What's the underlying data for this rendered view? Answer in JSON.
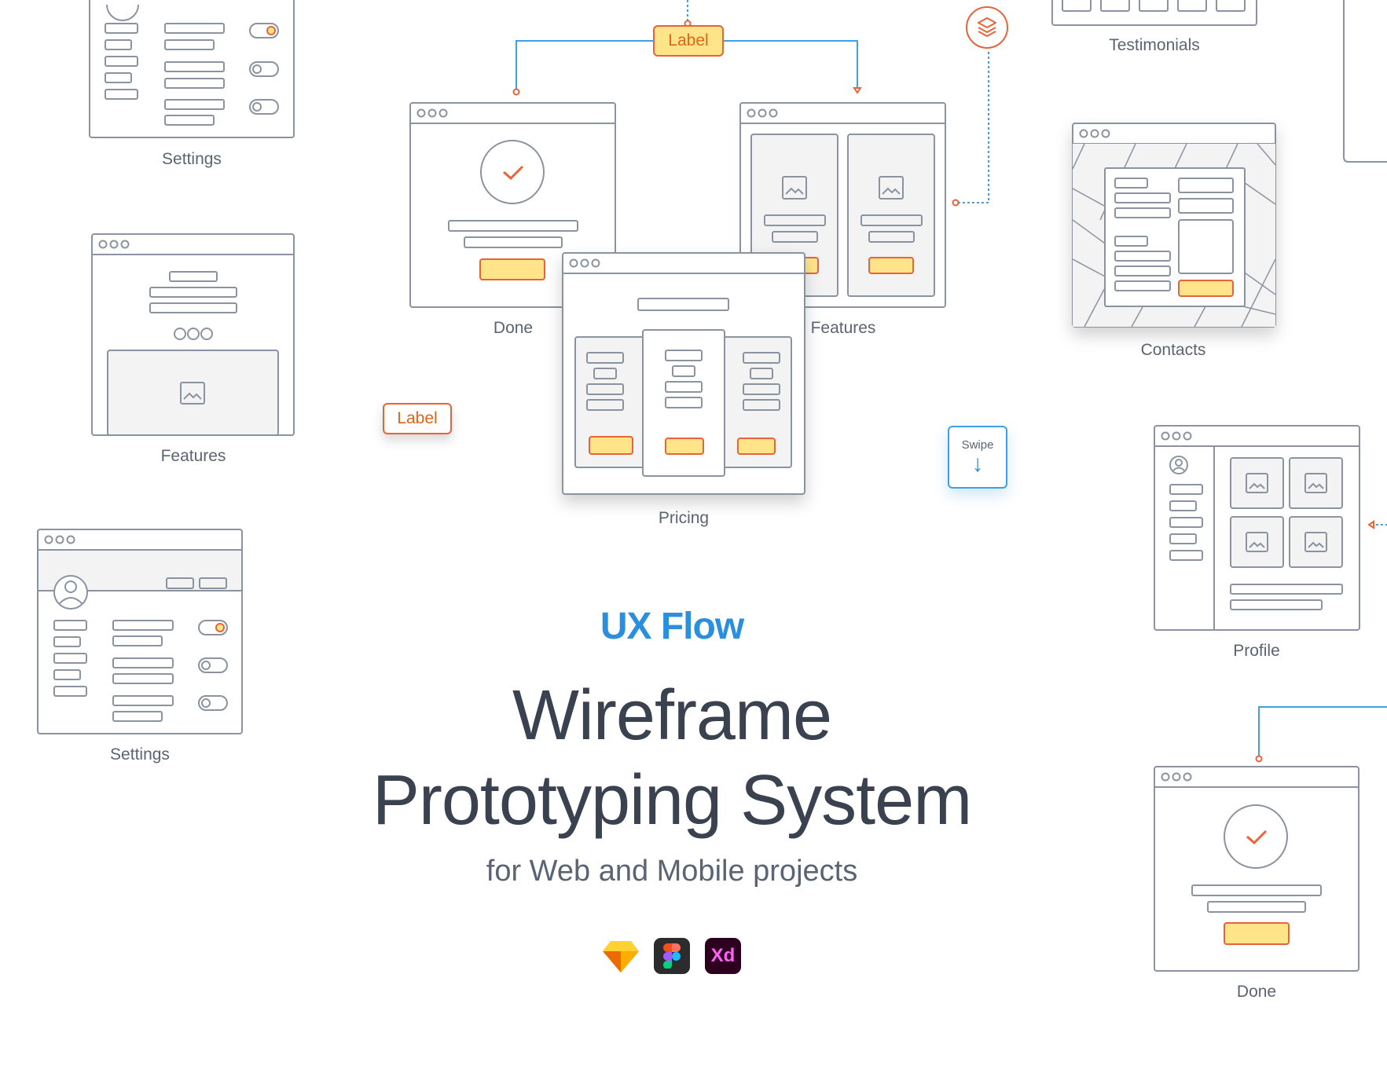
{
  "hero": {
    "kicker": "UX Flow",
    "title_line1": "Wireframe",
    "title_line2": "Prototyping System",
    "subtitle": "for Web and Mobile projects"
  },
  "captions": {
    "settings_top": "Settings",
    "features_left": "Features",
    "settings_left": "Settings",
    "done_center": "Done",
    "features_center": "Features",
    "pricing": "Pricing",
    "testimonials": "Testimonials",
    "contacts": "Contacts",
    "profile": "Profile",
    "done_right": "Done"
  },
  "flow_labels": {
    "top_label": "Label",
    "side_label": "Label",
    "swipe": "Swipe"
  },
  "tools": {
    "sketch": "sketch-icon",
    "figma": "figma-icon",
    "xd": "Xd"
  },
  "colors": {
    "outline": "#8b93a1",
    "panel": "#f3f3f4",
    "accent_yellow": "#ffe48a",
    "accent_orange": "#e8633a",
    "link_blue": "#3ea0e6",
    "brand_blue": "#2b8fe0"
  }
}
